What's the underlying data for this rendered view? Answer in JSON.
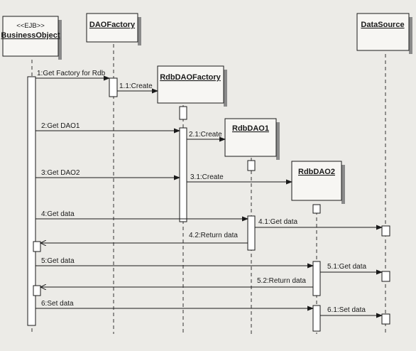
{
  "diagram": {
    "participants": [
      {
        "id": "bo",
        "stereotype": "<<EJB>>",
        "name": "BusinessObject"
      },
      {
        "id": "daof",
        "stereotype": "",
        "name": "DAOFactory"
      },
      {
        "id": "rdbf",
        "stereotype": "",
        "name": "RdbDAOFactory"
      },
      {
        "id": "dao1",
        "stereotype": "",
        "name": "RdbDAO1"
      },
      {
        "id": "dao2",
        "stereotype": "",
        "name": "RdbDAO2"
      },
      {
        "id": "ds",
        "stereotype": "",
        "name": "DataSource"
      }
    ],
    "messages": [
      {
        "id": "m1",
        "label": "1:Get Factory for Rdb",
        "from": "bo",
        "to": "daof",
        "kind": "call"
      },
      {
        "id": "m1_1",
        "label": "1.1:Create",
        "from": "daof",
        "to": "rdbf",
        "kind": "create"
      },
      {
        "id": "m2",
        "label": "2:Get DAO1",
        "from": "bo",
        "to": "rdbf",
        "kind": "call"
      },
      {
        "id": "m2_1",
        "label": "2.1:Create",
        "from": "rdbf",
        "to": "dao1",
        "kind": "create"
      },
      {
        "id": "m3",
        "label": "3:Get DAO2",
        "from": "bo",
        "to": "rdbf",
        "kind": "call"
      },
      {
        "id": "m3_1",
        "label": "3.1:Create",
        "from": "rdbf",
        "to": "dao2",
        "kind": "create"
      },
      {
        "id": "m4",
        "label": "4:Get data",
        "from": "bo",
        "to": "dao1",
        "kind": "call"
      },
      {
        "id": "m4_1",
        "label": "4.1:Get data",
        "from": "dao1",
        "to": "ds",
        "kind": "call"
      },
      {
        "id": "m4_2",
        "label": "4.2:Return data",
        "from": "dao1",
        "to": "bo",
        "kind": "return"
      },
      {
        "id": "m5",
        "label": "5:Get data",
        "from": "bo",
        "to": "dao2",
        "kind": "call"
      },
      {
        "id": "m5_1",
        "label": "5.1:Get data",
        "from": "dao2",
        "to": "ds",
        "kind": "call"
      },
      {
        "id": "m5_2",
        "label": "5.2:Return data",
        "from": "dao2",
        "to": "bo",
        "kind": "return"
      },
      {
        "id": "m6",
        "label": "6:Set data",
        "from": "bo",
        "to": "dao2",
        "kind": "call"
      },
      {
        "id": "m6_1",
        "label": "6.1:Set data",
        "from": "dao2",
        "to": "ds",
        "kind": "call"
      }
    ]
  }
}
